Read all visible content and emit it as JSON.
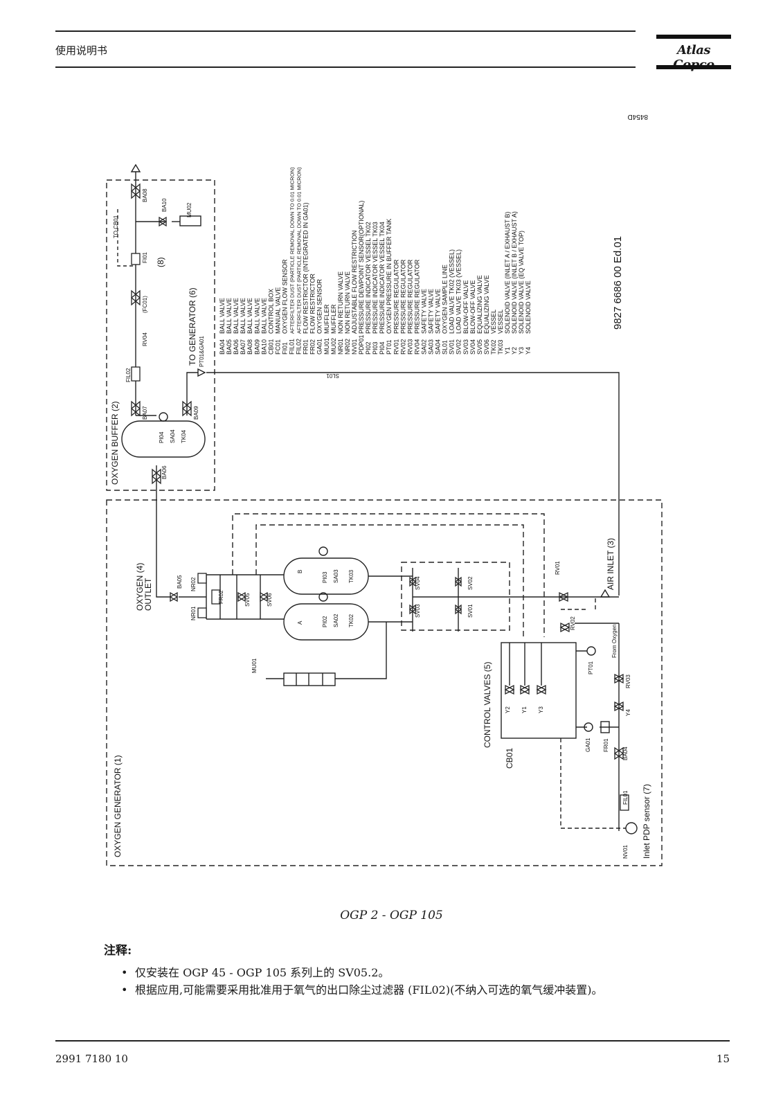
{
  "header": {
    "title": "使用说明书",
    "brand": "Atlas Copco"
  },
  "diagram": {
    "drawing_id": "8454D",
    "doc_number": "9827 6686 00 Ed.01",
    "sections": {
      "oxygen_generator": "OXYGEN GENERATOR (1)",
      "oxygen_buffer": "OXYGEN BUFFER (2)",
      "air_inlet": "AIR INLET (3)",
      "oxygen_outlet_1": "OXYGEN (4)",
      "oxygen_outlet_2": "OUTLET",
      "control_valves": "CONTROL VALVES (5)",
      "to_generator": "TO GENERATOR (6)",
      "inlet_pdp": "Inlet PDP sensor (7)",
      "fc01_box": "(8)",
      "to_cb01": "TO CB01",
      "pt_ga": "PT01&GA01",
      "sl01": "SL01",
      "from_oxygen": "From Oxygen"
    },
    "tags": {
      "ba04": "BA04",
      "ba05": "BA05",
      "ba06": "BA06",
      "ba07": "BA07",
      "ba08": "BA08",
      "ba09": "BA09",
      "ba10": "BA10",
      "cb01": "CB01",
      "fc01": "(FC01)",
      "fi01": "FI01",
      "fil01": "FIL01",
      "fil02": "FIL02",
      "fr01": "FR01",
      "fr02": "FR02",
      "ga01": "GA01",
      "mu01": "MU01",
      "mu02": "MU02",
      "nr01": "NR01",
      "nr02": "NR02",
      "nv01": "NV01",
      "pi02": "PI02",
      "pi03": "PI03",
      "pi04": "PI04",
      "pt01": "PT01",
      "rv01": "RV01",
      "rv02": "RV02",
      "rv03": "RV03",
      "rv04": "RV04",
      "sa02": "SA02",
      "sa03": "SA03",
      "sa04": "SA04",
      "sv01": "SV01",
      "sv02": "SV02",
      "sv03": "SV03",
      "sv04": "SV04",
      "sv05": "SV05",
      "sv06": "SV06",
      "tk02": "TK02",
      "tk03": "TK03",
      "tk04": "TK04",
      "y1": "Y1",
      "y2": "Y2",
      "y3": "Y3",
      "y4": "Y4",
      "vessel_a": "A",
      "vessel_b": "B"
    },
    "legend": [
      {
        "code": "BA04",
        "desc": "BALL VALVE"
      },
      {
        "code": "BA05",
        "desc": "BALL VALVE"
      },
      {
        "code": "BA06",
        "desc": "BALL VALVE"
      },
      {
        "code": "BA07",
        "desc": "BALL VALVE"
      },
      {
        "code": "BA08",
        "desc": "BALL VALVE"
      },
      {
        "code": "BA09",
        "desc": "BALL VALVE"
      },
      {
        "code": "BA10",
        "desc": "BALL VALVE"
      },
      {
        "code": "CB01",
        "desc": "CONTROL BOX"
      },
      {
        "code": "FC01",
        "desc": "MANUAL VALVE"
      },
      {
        "code": "FI01",
        "desc": "OXYGEN FLOW SENSOR"
      },
      {
        "code": "FIL01",
        "desc": "AFTERFILTER DUST (PARTICLE REMOVAL DOWN TO 0.01 MICRON)"
      },
      {
        "code": "FIL02",
        "desc": "AFTERFILTER DUST (PARTICLE REMOVAL DOWN TO 0.01 MICRON)"
      },
      {
        "code": "FR01",
        "desc": "FLOW RESTRICTOR (INTEGRATED IN GA01)"
      },
      {
        "code": "FR02",
        "desc": "FLOW RESTRICTOR"
      },
      {
        "code": "GA01",
        "desc": "OXYGEN SENSOR"
      },
      {
        "code": "MU01",
        "desc": "MUFFLER"
      },
      {
        "code": "MU02",
        "desc": "MUFFLER"
      },
      {
        "code": "NR01",
        "desc": "NON RETURN VALVE"
      },
      {
        "code": "NR02",
        "desc": "NON RETURN VALVE"
      },
      {
        "code": "NV01",
        "desc": "ADJUSTABLE FLOW RESTRICTION"
      },
      {
        "code": "PDP01",
        "desc": "PRESSURE DEWPOINT SENSOR(OPTIONAL)"
      },
      {
        "code": "PI02",
        "desc": "PRESSURE INDICATOR VESSEL TK02"
      },
      {
        "code": "PI03",
        "desc": "PRESSURE INDICATOR VESSEL TK03"
      },
      {
        "code": "PI04",
        "desc": "PRESSURE INDICATOR VESSEL TK04"
      },
      {
        "code": "PT01",
        "desc": "OXYGEN PRESSURE IN BUFFER TANK"
      },
      {
        "code": "RV01",
        "desc": "PRESSURE REGULATOR"
      },
      {
        "code": "RV02",
        "desc": "PRESSURE REGULATOR"
      },
      {
        "code": "RV03",
        "desc": "PRESSURE REGULATOR"
      },
      {
        "code": "RV04",
        "desc": "PRESSURE REGULATOR"
      },
      {
        "code": "SA02",
        "desc": "SAFETY VALVE"
      },
      {
        "code": "SA03",
        "desc": "SAFETY VALVE"
      },
      {
        "code": "SA04",
        "desc": "SAFETY VALVE"
      },
      {
        "code": "SL01",
        "desc": "OXYGEN SAMPLE LINE"
      },
      {
        "code": "SV01",
        "desc": "LOAD VALVE TK02 (VESSEL)"
      },
      {
        "code": "SV02",
        "desc": "LOAD VALVE TK03 (VESSEL)"
      },
      {
        "code": "SV03",
        "desc": "BLOW-OFF VALVE"
      },
      {
        "code": "SV04",
        "desc": "BLOW-OFF VALVE"
      },
      {
        "code": "SV05",
        "desc": "EQUALIZING VALVE"
      },
      {
        "code": "SV06",
        "desc": "EQUALIZING VALVE"
      },
      {
        "code": "TK02",
        "desc": "VESSEL"
      },
      {
        "code": "TK03",
        "desc": "VESSEL"
      },
      {
        "code": "Y1",
        "desc": "SOLENOID VALVE (INLET A / EXHAUST B)"
      },
      {
        "code": "Y2",
        "desc": "SOLENOID VALVE (INLET B / EXHAUST A)"
      },
      {
        "code": "Y3",
        "desc": "SOLENOID VALVE (EQ VALVE TOP)"
      },
      {
        "code": "Y4",
        "desc": "SOLENOID VALVE"
      }
    ]
  },
  "caption": "OGP 2 - OGP 105",
  "notes": {
    "title": "注释:",
    "items": [
      "仅安装在 OGP 45 - OGP 105 系列上的 SV05.2。",
      "根据应用,可能需要采用批准用于氧气的出口除尘过滤器 (FIL02)(不纳入可选的氧气缓冲装置)。"
    ]
  },
  "footer": {
    "doc_id": "2991 7180 10",
    "page": "15"
  }
}
